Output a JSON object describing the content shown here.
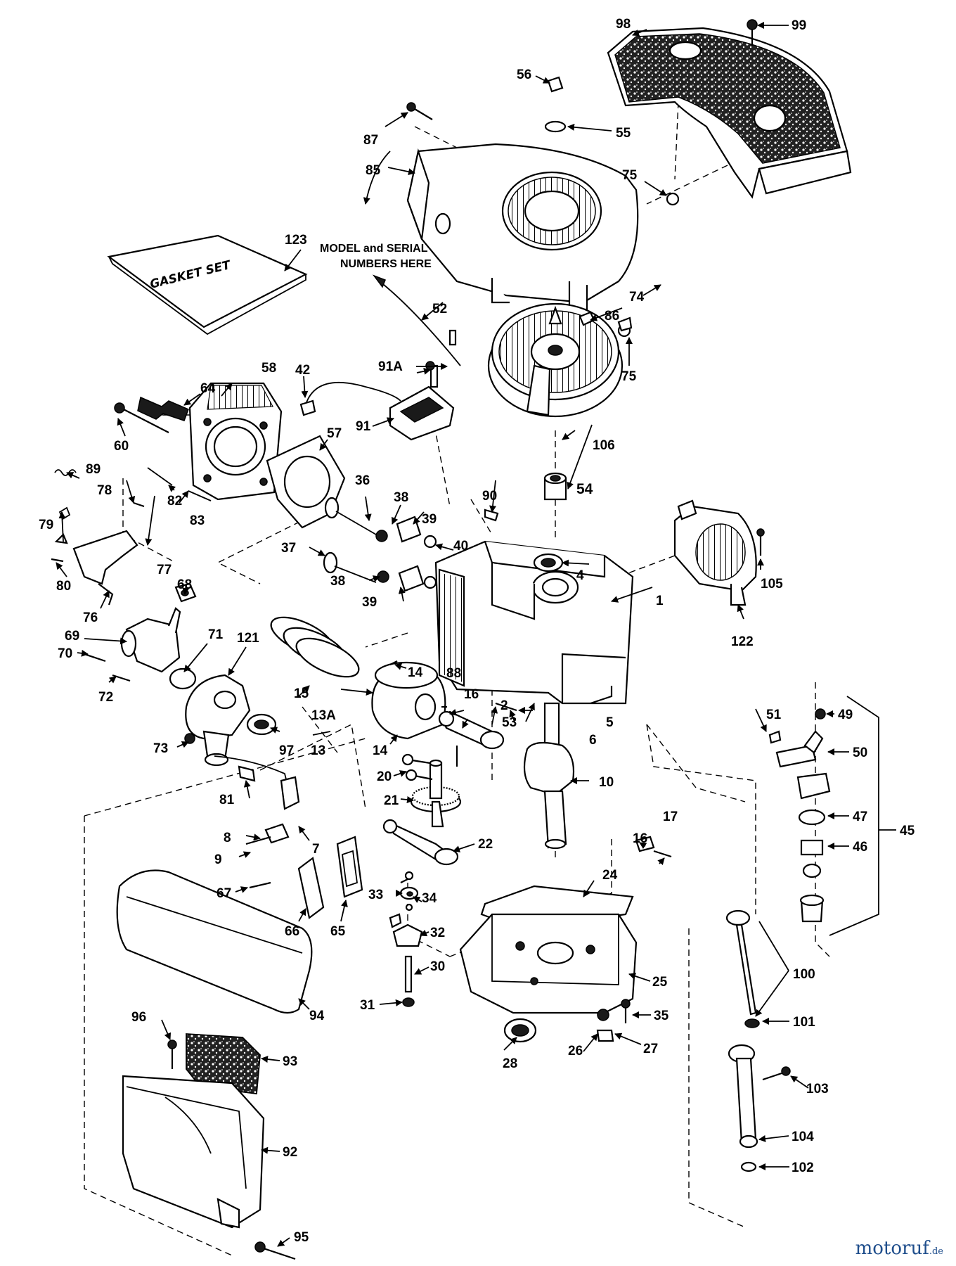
{
  "diagram": {
    "annotation": {
      "line1": "MODEL and SERIAL",
      "line2": "NUMBERS HERE"
    },
    "gasket_text": "GASKET SET",
    "labels": {
      "p1": "1",
      "p2": "2",
      "p4": "4",
      "p5": "5",
      "p6": "6",
      "p7": "7",
      "p8": "8",
      "p9": "9",
      "p10": "10",
      "p13": "13",
      "p13A": "13A",
      "p14a": "14",
      "p14b": "14",
      "p15": "15",
      "p16a": "16",
      "p16b": "16",
      "p17": "17",
      "p20": "20",
      "p21": "21",
      "p22": "22",
      "p24": "24",
      "p25": "25",
      "p26": "26",
      "p27": "27",
      "p28": "28",
      "p30": "30",
      "p31": "31",
      "p32": "32",
      "p33": "33",
      "p34": "34",
      "p35": "35",
      "p36": "36",
      "p37": "37",
      "p38a": "38",
      "p38b": "38",
      "p39a": "39",
      "p39b": "39",
      "p40": "40",
      "p42": "42",
      "p45": "45",
      "p46": "46",
      "p47": "47",
      "p49": "49",
      "p50": "50",
      "p51": "51",
      "p52": "52",
      "p53": "53",
      "p54": "54",
      "p55": "55",
      "p56": "56",
      "p57": "57",
      "p58": "58",
      "p60": "60",
      "p64": "64",
      "p65": "65",
      "p66": "66",
      "p67": "67",
      "p68": "68",
      "p69": "69",
      "p70": "70",
      "p71": "71",
      "p72": "72",
      "p73": "73",
      "p74": "74",
      "p75a": "75",
      "p75b": "75",
      "p76": "76",
      "p77": "77",
      "p78": "78",
      "p79": "79",
      "p80": "80",
      "p81": "81",
      "p82": "82",
      "p83": "83",
      "p85": "85",
      "p86": "86",
      "p87": "87",
      "p88": "88",
      "p89": "89",
      "p90": "90",
      "p91": "91",
      "p91A": "91A",
      "p92": "92",
      "p93": "93",
      "p94": "94",
      "p95": "95",
      "p96": "96",
      "p97": "97",
      "p98": "98",
      "p99": "99",
      "p100": "100",
      "p101": "101",
      "p102": "102",
      "p103": "103",
      "p104": "104",
      "p105": "105",
      "p106": "106",
      "p121": "121",
      "p122": "122",
      "p123": "123"
    }
  },
  "watermark": {
    "brand": "motoruf",
    "suffix": ".de"
  }
}
